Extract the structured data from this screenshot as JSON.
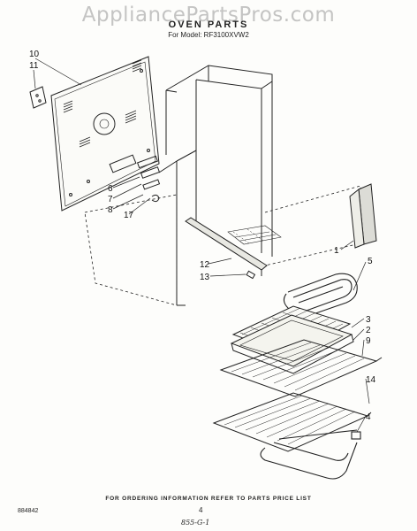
{
  "watermark": "AppliancePartsPros.com",
  "title": "OVEN PARTS",
  "model": "For Model: RF3100XVW2",
  "footer_note": "FOR ORDERING INFORMATION REFER TO PARTS PRICE LIST",
  "doc_number": "884842",
  "page_number": "4",
  "handwritten": "855-G-1",
  "callouts": [
    "10",
    "11",
    "6",
    "7",
    "8",
    "17",
    "1",
    "12",
    "13",
    "5",
    "3",
    "2",
    "9",
    "14",
    "4"
  ]
}
